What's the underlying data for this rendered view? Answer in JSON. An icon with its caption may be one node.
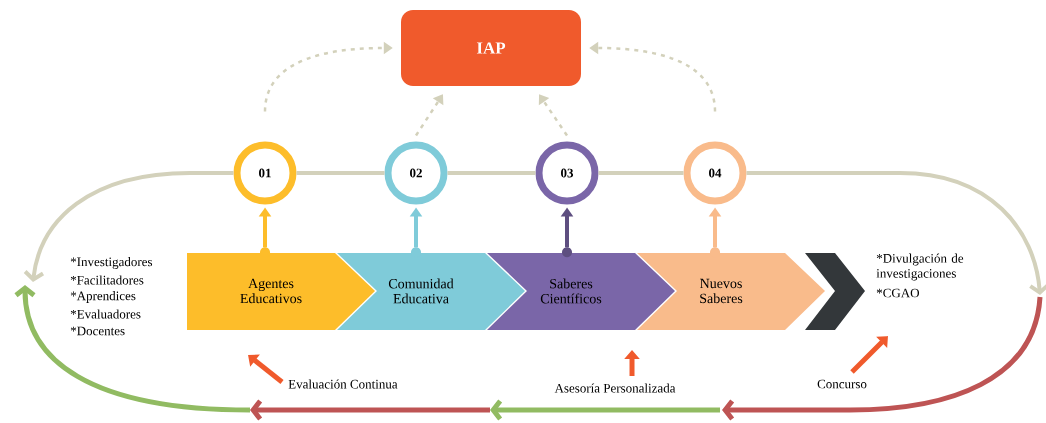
{
  "diagram": {
    "nodes": [
      {
        "text": [
          "IAP"
        ]
      },
      {
        "text": [
          "01"
        ]
      },
      {
        "text": [
          "02"
        ]
      },
      {
        "text": [
          "03"
        ]
      },
      {
        "text": [
          "04"
        ]
      },
      {
        "text": [
          "Agentes Educativos"
        ]
      },
      {
        "text": [
          "Comunidad Educativa"
        ]
      },
      {
        "text": [
          "Saberes Científicos"
        ]
      },
      {
        "text": [
          "Nuevos Saberes"
        ]
      },
      {
        "text": [],
        "shape": "chevron"
      }
    ],
    "edges": [
      {
        "from": 1,
        "to": 0,
        "arrow": "to",
        "style": "dashed",
        "color": "#d3d1bb"
      },
      {
        "from": 2,
        "to": 0,
        "arrow": "to",
        "style": "dashed",
        "color": "#d3d1bb"
      },
      {
        "from": 3,
        "to": 0,
        "arrow": "to",
        "style": "dashed",
        "color": "#d3d1bb"
      },
      {
        "from": 4,
        "to": 0,
        "arrow": "to",
        "style": "dashed",
        "color": "#d3d1bb"
      },
      {
        "from": 5,
        "to": 1,
        "arrow": "to",
        "color": "#fdbd2a"
      },
      {
        "from": 6,
        "to": 2,
        "arrow": "to",
        "color": "#7fcbd9"
      },
      {
        "from": 7,
        "to": 3,
        "arrow": "to",
        "color": "#5e4f80"
      },
      {
        "from": 8,
        "to": 4,
        "arrow": "to",
        "color": "#f9bb8b"
      },
      {
        "from": 1,
        "to": 2,
        "arrow": "none",
        "color": "#d3d1bb"
      },
      {
        "from": 2,
        "to": 3,
        "arrow": "none",
        "color": "#d3d1bb"
      },
      {
        "from": 3,
        "to": 4,
        "arrow": "none",
        "color": "#d3d1bb"
      },
      {
        "from": 1,
        "to": null,
        "arrow": "to",
        "color": "#d3d1bb"
      },
      {
        "from": 4,
        "to": null,
        "arrow": "to",
        "color": "#d3d1bb"
      }
    ],
    "labels": [
      "*Investigadores",
      "*Facilitadores",
      "*Aprendices",
      "*Evaluadores",
      "*Docentes",
      "*Divulgación de investigaciones",
      "*CGAO",
      "Evaluación Continua",
      "Asesoría Personalizada",
      "Concurso"
    ]
  }
}
